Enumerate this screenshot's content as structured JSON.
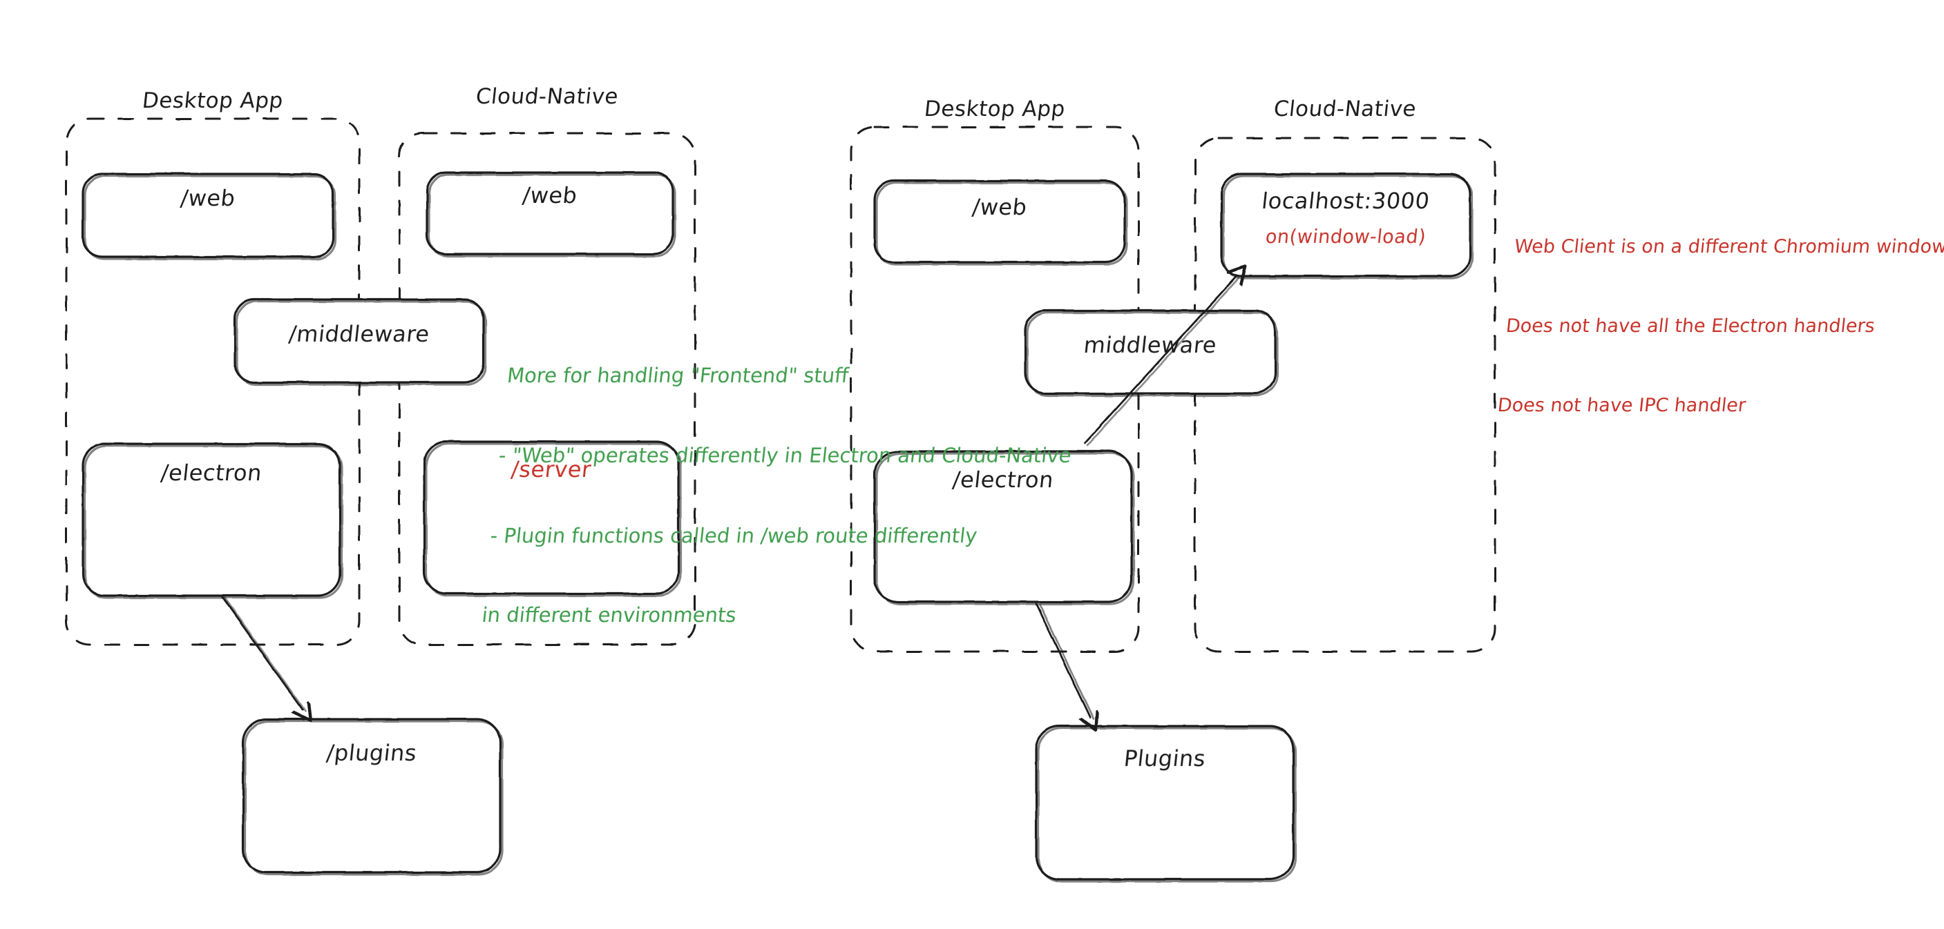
{
  "meta": {
    "diagram_type": "architecture-sketch",
    "style": "hand-drawn-excalidraw",
    "background": "#ffffff",
    "colors": {
      "stroke": "#1e1e1e",
      "green_annotation": "#3f9e4d",
      "red_annotation": "#c8352c"
    }
  },
  "panels": [
    {
      "id": "left-panel",
      "groups": [
        {
          "id": "left-desktop-app",
          "title": "Desktop App",
          "style": "dashed",
          "boxes": [
            {
              "id": "left-web",
              "label": "/web",
              "color": "#1e1e1e"
            },
            {
              "id": "left-middleware",
              "label": "/middleware",
              "color": "#1e1e1e",
              "spans_groups": true
            },
            {
              "id": "left-electron",
              "label": "/electron",
              "color": "#1e1e1e"
            }
          ]
        },
        {
          "id": "left-cloud-native",
          "title": "Cloud-Native",
          "style": "dashed",
          "boxes": [
            {
              "id": "left-cn-web",
              "label": "/web",
              "color": "#1e1e1e"
            },
            {
              "id": "left-server",
              "label": "/server",
              "color": "#c8352c"
            }
          ]
        }
      ],
      "outside_boxes": [
        {
          "id": "left-plugins",
          "label": "/plugins",
          "color": "#1e1e1e"
        }
      ],
      "arrows": [
        {
          "id": "arrow-left-electron-to-plugins",
          "from": "left-electron",
          "to": "left-plugins"
        }
      ]
    },
    {
      "id": "right-panel",
      "groups": [
        {
          "id": "right-desktop-app",
          "title": "Desktop App",
          "style": "dashed",
          "boxes": [
            {
              "id": "right-web",
              "label": "/web",
              "color": "#1e1e1e"
            },
            {
              "id": "right-middleware",
              "label": "middleware",
              "color": "#1e1e1e",
              "spans_groups": true
            },
            {
              "id": "right-electron",
              "label": "/electron",
              "color": "#1e1e1e"
            }
          ]
        },
        {
          "id": "right-cloud-native",
          "title": "Cloud-Native",
          "style": "dashed",
          "boxes": [
            {
              "id": "right-localhost",
              "label": "localhost:3000",
              "color": "#1e1e1e",
              "sub_label": "on(window-load)",
              "sub_color": "#c8352c"
            }
          ]
        }
      ],
      "outside_boxes": [
        {
          "id": "right-plugins",
          "label": "Plugins",
          "color": "#1e1e1e"
        }
      ],
      "arrows": [
        {
          "id": "arrow-right-electron-to-plugins",
          "from": "right-electron",
          "to": "right-plugins"
        },
        {
          "id": "arrow-right-electron-to-localhost",
          "from": "right-electron",
          "to": "right-localhost"
        }
      ]
    }
  ],
  "annotations": [
    {
      "id": "green-note",
      "color": "#3f9e4d",
      "lines": [
        "More for handling \"Frontend\" stuff",
        "- \"Web\" operates differently in Electron and Cloud-Native",
        "- Plugin functions called in /web route differently",
        "in different environments"
      ]
    },
    {
      "id": "red-note",
      "color": "#c8352c",
      "lines": [
        "Web Client is on a different Chromium window",
        "Does not have all the Electron handlers",
        "Does not have IPC handler"
      ]
    }
  ]
}
